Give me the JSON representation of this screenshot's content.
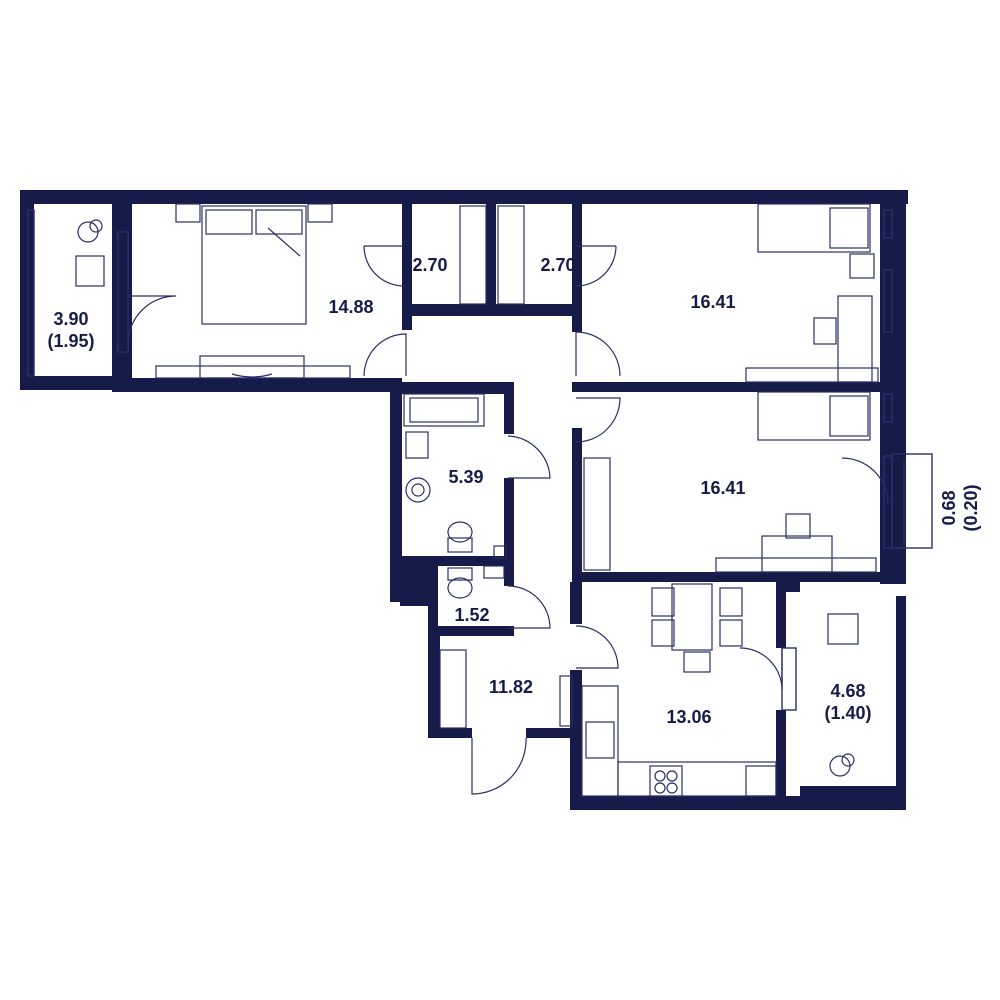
{
  "colors": {
    "wall": "#161b4a",
    "line": "#2a2f66",
    "background": "#ffffff"
  },
  "rooms": {
    "balcony_left": {
      "area": "3.90",
      "sub": "(1.95)"
    },
    "bedroom_main": {
      "area": "14.88"
    },
    "closet_left": {
      "area": "2.70"
    },
    "closet_right": {
      "area": "2.70"
    },
    "bedroom_top_right": {
      "area": "16.41"
    },
    "bedroom_mid_right": {
      "area": "16.41"
    },
    "balcony_small": {
      "area": "0.68",
      "sub": "(0.20)"
    },
    "bathroom": {
      "area": "5.39"
    },
    "toilet": {
      "area": "1.52"
    },
    "hallway": {
      "area": "11.82"
    },
    "kitchen": {
      "area": "13.06"
    },
    "balcony_right": {
      "area": "4.68",
      "sub": "(1.40)"
    }
  }
}
